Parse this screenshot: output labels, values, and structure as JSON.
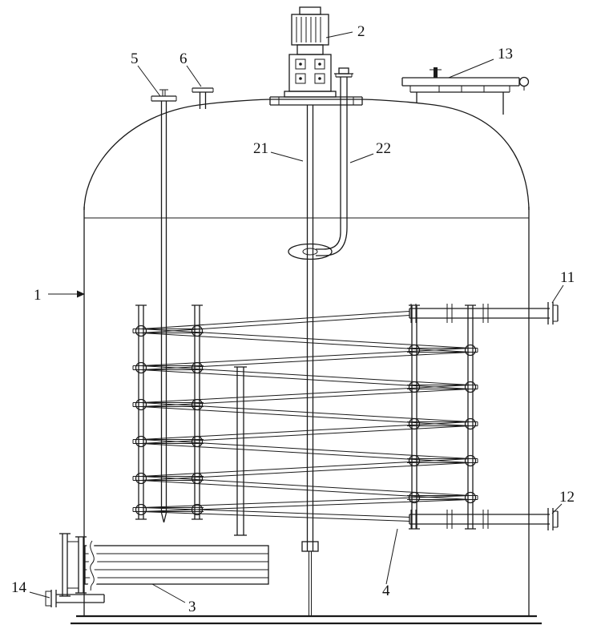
{
  "colors": {
    "background": "#ffffff",
    "line": "#1a1a1a",
    "label_text": "#111111"
  },
  "callouts": [
    {
      "id": "1",
      "text": "1"
    },
    {
      "id": "2",
      "text": "2"
    },
    {
      "id": "3",
      "text": "3"
    },
    {
      "id": "4",
      "text": "4"
    },
    {
      "id": "5",
      "text": "5"
    },
    {
      "id": "6",
      "text": "6"
    },
    {
      "id": "11",
      "text": "11"
    },
    {
      "id": "12",
      "text": "12"
    },
    {
      "id": "13",
      "text": "13"
    },
    {
      "id": "14",
      "text": "14"
    },
    {
      "id": "21",
      "text": "21"
    },
    {
      "id": "22",
      "text": "22"
    }
  ]
}
